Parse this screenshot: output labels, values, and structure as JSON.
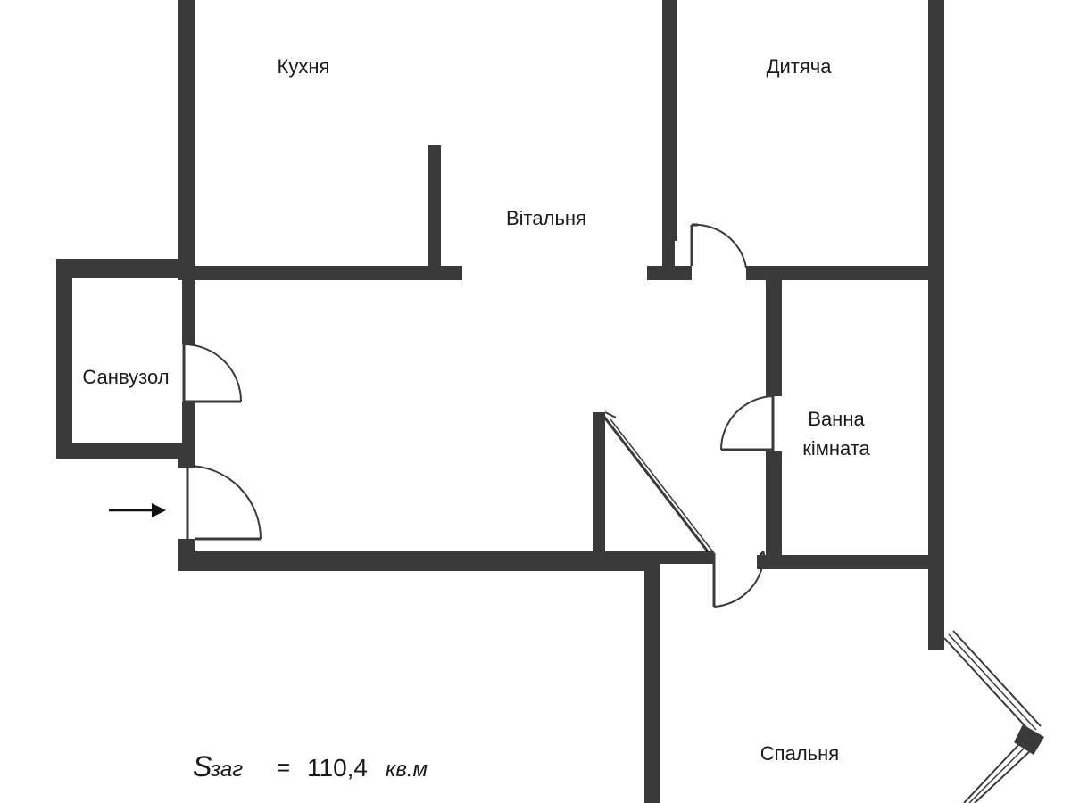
{
  "rooms": {
    "kitchen": "Кухня",
    "kids_room": "Дитяча",
    "living_room": "Вітальня",
    "wc": "Санвузол",
    "bathroom_line1": "Ванна",
    "bathroom_line2": "кімната",
    "bedroom": "Спальня"
  },
  "area": {
    "symbol": "S",
    "subscript": "заг",
    "equals": "=",
    "value": "110,4",
    "unit": "кв.м"
  },
  "entrance_icon": "arrow-right-icon"
}
